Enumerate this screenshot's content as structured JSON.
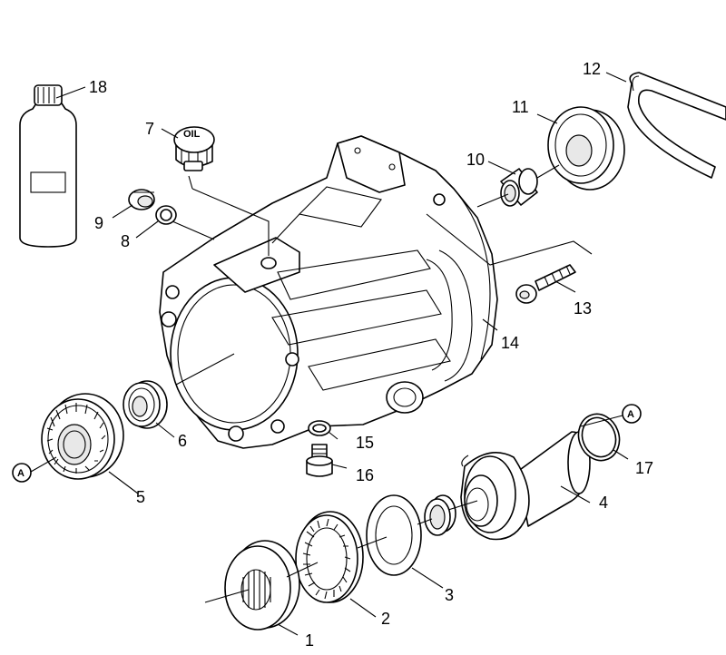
{
  "callouts": {
    "p1": "1",
    "p2": "2",
    "p3": "3",
    "p4": "4",
    "p5": "5",
    "p6": "6",
    "p7": "7",
    "p8": "8",
    "p9": "9",
    "p10": "10",
    "p11": "11",
    "p12": "12",
    "p13": "13",
    "p14": "14",
    "p15": "15",
    "p16": "16",
    "p17": "17",
    "p18": "18"
  },
  "markings": {
    "oil_cap": "OIL",
    "ref_a_left": "A",
    "ref_a_right": "A"
  }
}
